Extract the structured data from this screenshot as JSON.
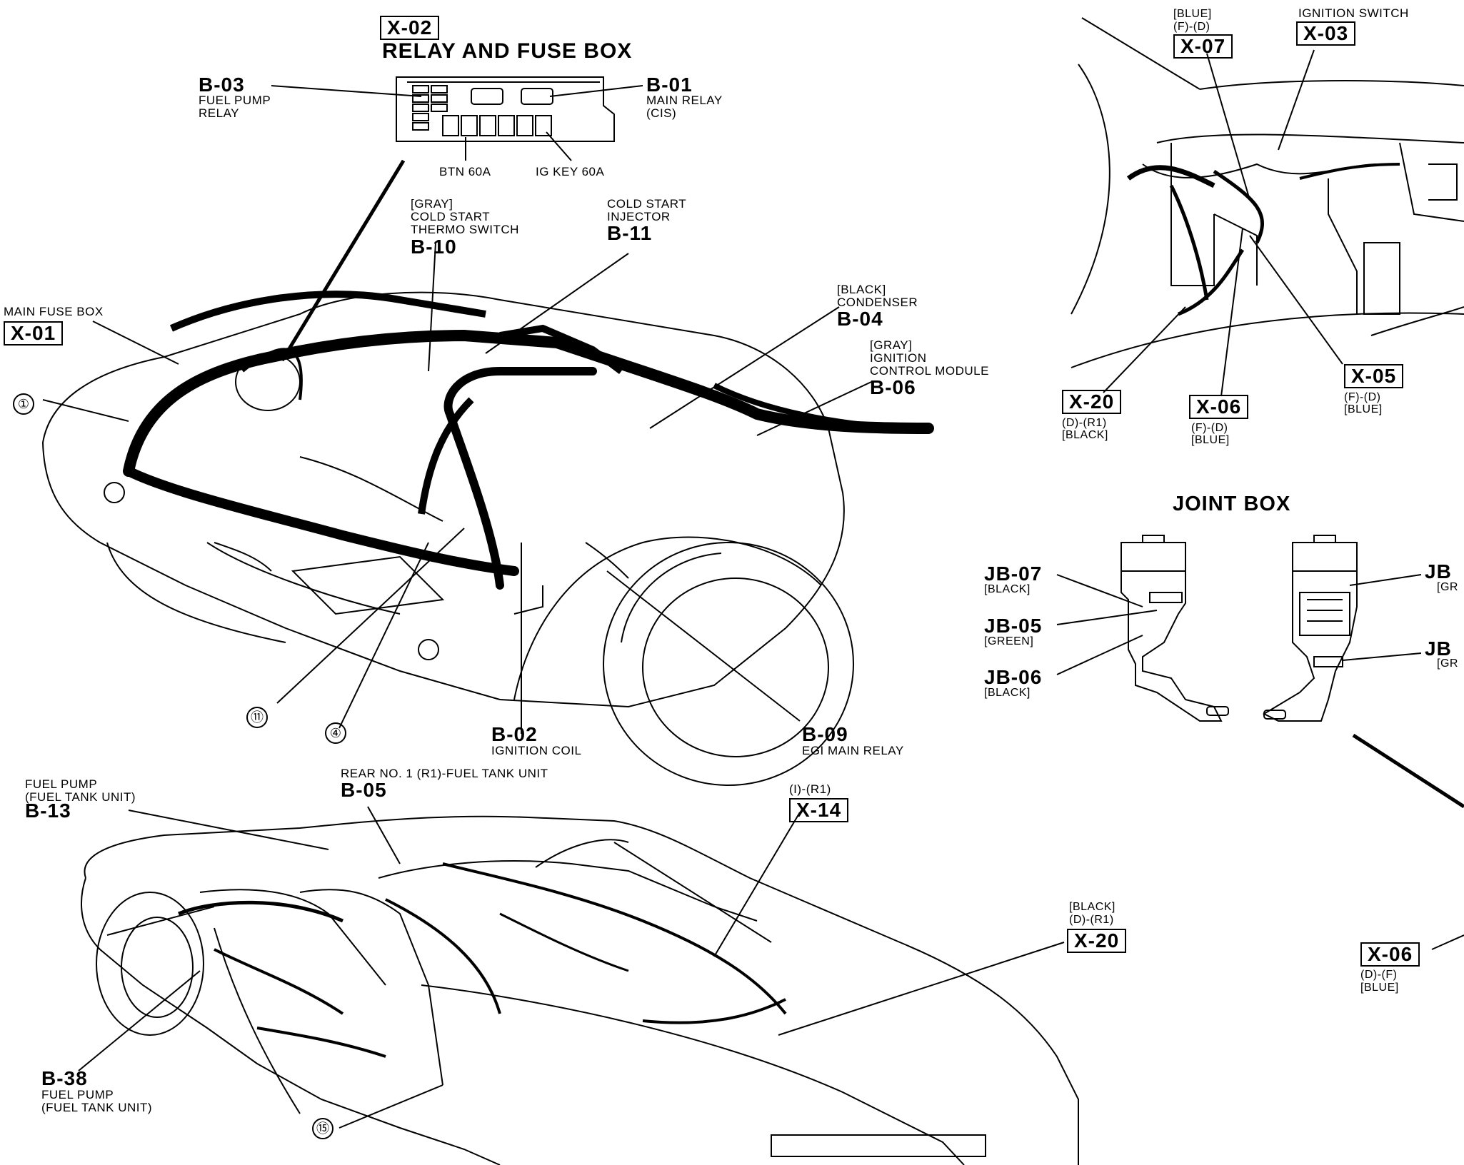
{
  "relay_fuse_box": {
    "code": "X-02",
    "title": "RELAY AND FUSE BOX",
    "b03": {
      "code": "B-03",
      "desc1": "FUEL PUMP",
      "desc2": "RELAY"
    },
    "b01": {
      "code": "B-01",
      "desc1": "MAIN RELAY",
      "desc2": "(CIS)"
    },
    "btn": "BTN 60A",
    "igkey": "IG KEY 60A"
  },
  "engine": {
    "main_fuse_box": {
      "label": "MAIN FUSE BOX",
      "code": "X-01"
    },
    "b10": {
      "color": "[GRAY]",
      "desc1": "COLD START",
      "desc2": "THERMO SWITCH",
      "code": "B-10"
    },
    "b11": {
      "desc1": "COLD START",
      "desc2": "INJECTOR",
      "code": "B-11"
    },
    "b04": {
      "color": "[BLACK]",
      "desc": "CONDENSER",
      "code": "B-04"
    },
    "b06": {
      "color": "[GRAY]",
      "desc1": "IGNITION",
      "desc2": "CONTROL MODULE",
      "code": "B-06"
    },
    "b02": {
      "code": "B-02",
      "desc": "IGNITION COIL"
    },
    "b09": {
      "code": "B-09",
      "desc": "EGI MAIN RELAY"
    },
    "circle_1": "①",
    "circle_11": "⑪",
    "circle_4": "④"
  },
  "dash": {
    "x07": {
      "color": "[BLUE]",
      "conn": "(F)-(D)",
      "code": "X-07"
    },
    "x03": {
      "label": "IGNITION SWITCH",
      "code": "X-03"
    },
    "x20": {
      "code": "X-20",
      "conn": "(D)-(R1)",
      "color": "[BLACK]"
    },
    "x06": {
      "code": "X-06",
      "conn": "(F)-(D)",
      "color": "[BLUE]"
    },
    "x05": {
      "code": "X-05",
      "conn": "(F)-(D)",
      "color": "[BLUE]"
    }
  },
  "joint_box": {
    "title": "JOINT BOX",
    "jb07": {
      "code": "JB-07",
      "color": "[BLACK]"
    },
    "jb05": {
      "code": "JB-05",
      "color": "[GREEN]"
    },
    "jb06": {
      "code": "JB-06",
      "color": "[BLACK]"
    },
    "right1": {
      "code": "JB",
      "color": "[GR"
    },
    "right2": {
      "code": "JB",
      "color": "[GR"
    }
  },
  "rear": {
    "b13": {
      "desc1": "FUEL PUMP",
      "desc2": "(FUEL TANK UNIT)",
      "code": "B-13"
    },
    "b05": {
      "desc": "REAR NO. 1 (R1)-FUEL TANK UNIT",
      "code": "B-05"
    },
    "x14": {
      "conn": "(I)-(R1)",
      "code": "X-14"
    },
    "x20": {
      "color": "[BLACK]",
      "conn": "(D)-(R1)",
      "code": "X-20"
    },
    "b38": {
      "code": "B-38",
      "desc1": "FUEL PUMP",
      "desc2": "(FUEL TANK UNIT)"
    },
    "circle_15": "⑮",
    "x06": {
      "code": "X-06",
      "conn": "(D)-(F)",
      "color": "[BLUE]"
    }
  }
}
